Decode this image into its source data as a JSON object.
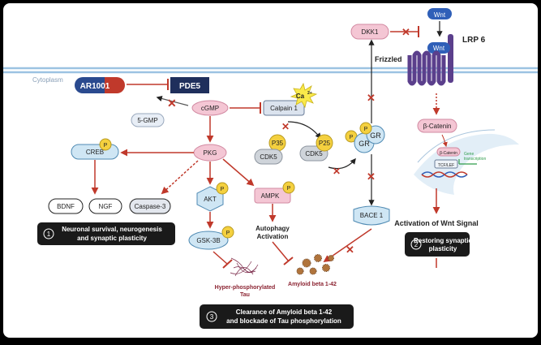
{
  "membrane": {
    "cytoplasm_label": "Cytoplasm"
  },
  "nodes": {
    "ar1001": "AR1001",
    "pde5": "PDE5",
    "gmp5": "5-GMP",
    "cgmp": "cGMP",
    "calpain1": "Calpain 1",
    "ca": "Ca",
    "ca_charge": "2+",
    "creb": "CREB",
    "pkg": "PKG",
    "p35": "P35",
    "cdk5_a": "CDK5",
    "cdk5_b": "CDK5",
    "p25": "P25",
    "gr": "GR",
    "gr2": "GR",
    "p": "P",
    "bdnf": "BDNF",
    "ngf": "NGF",
    "caspase3": "Caspase-3",
    "akt": "AKT",
    "ampk": "AMPK",
    "gsk3b": "GSK-3B",
    "autophagy_line1": "Autophagy",
    "autophagy_line2": "Activation",
    "hyper_tau_line1": "Hyper-phosphorylated",
    "hyper_tau_line2": "Tau",
    "amyloid": "Amyloid beta 1-42",
    "dkk1": "DKK1",
    "wnt_top": "Wnt",
    "wnt_receptor": "Wnt",
    "lrp6": "LRP 6",
    "frizzled": "Frizzled",
    "beta_catenin": "β-Catenin",
    "bace1": "BACE 1",
    "nuc_beta_catenin": "β-Catenin",
    "tcf_lef": "TCF/LEF",
    "gene_line1": "Gene",
    "gene_line2": "transcription",
    "activation_wnt": "Activation of Wnt Signal"
  },
  "outcomes": [
    {
      "num": "1",
      "line1": "Neuronal survival, neurogenesis",
      "line2": "and synaptic plasticity"
    },
    {
      "num": "2",
      "line1": "Restoring synaptic",
      "line2": "plasticity"
    },
    {
      "num": "3",
      "line1": "Clearance of Amyloid beta 1-42",
      "line2": "and blockade of Tau phosphorylation"
    }
  ],
  "colors": {
    "red": "#c0392b",
    "navy": "#1f2f5c",
    "purple": "#5b3f8c",
    "blue_node": "#2f5fb8",
    "yellow": "#f4d03f",
    "pink_node": "#f4c6d4",
    "light_blue_node": "#cfe6f4"
  }
}
